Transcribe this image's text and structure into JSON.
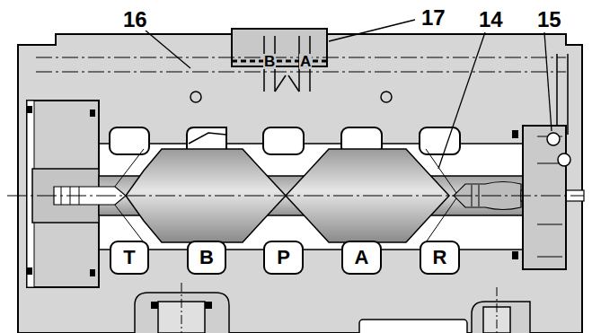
{
  "diagram": {
    "nodes": [
      {
        "text": [
          "T"
        ]
      },
      {
        "text": [
          "B"
        ]
      },
      {
        "text": [
          "P"
        ]
      },
      {
        "text": [
          "A"
        ]
      },
      {
        "text": [
          "R"
        ]
      }
    ],
    "labels": [
      "16",
      "17",
      "14",
      "15",
      "B",
      "A"
    ]
  }
}
